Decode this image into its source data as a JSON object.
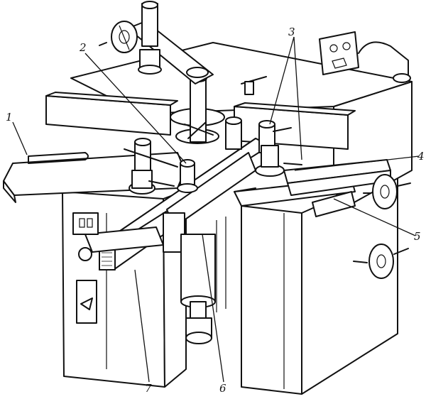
{
  "figure": {
    "labels": [
      {
        "id": "1",
        "text": "1"
      },
      {
        "id": "2",
        "text": "2"
      },
      {
        "id": "3",
        "text": "3"
      },
      {
        "id": "4",
        "text": "4"
      },
      {
        "id": "5",
        "text": "5"
      },
      {
        "id": "6",
        "text": "6"
      },
      {
        "id": "7",
        "text": "7"
      }
    ]
  },
  "colors": {
    "ink": "#111111",
    "paper": "#ffffff"
  }
}
